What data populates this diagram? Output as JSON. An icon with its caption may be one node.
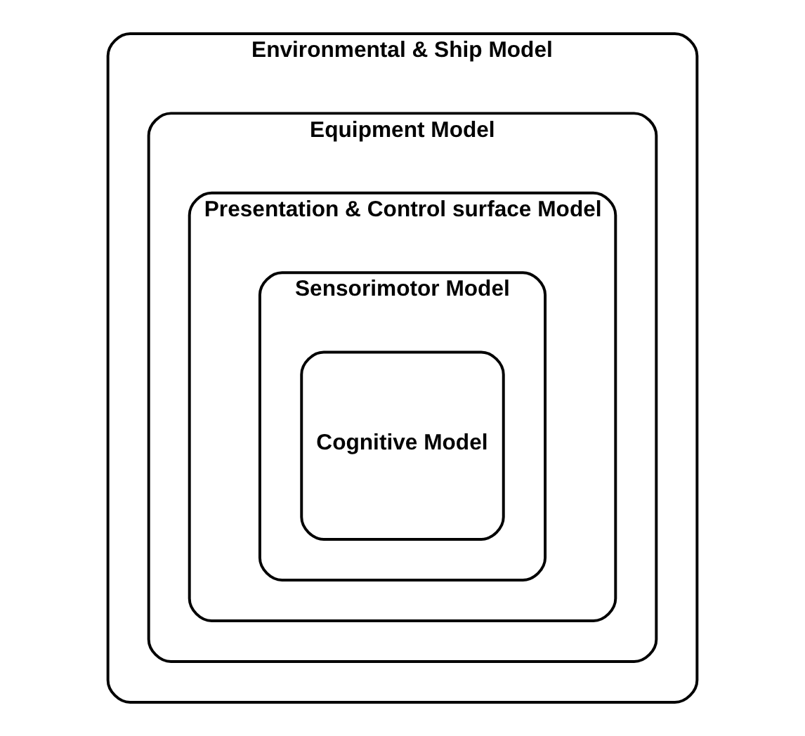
{
  "diagram": {
    "nodes": [
      {
        "text": [
          "Environmental & Ship Model"
        ]
      },
      {
        "text": [
          "Equipment Model"
        ],
        "in": 0
      },
      {
        "text": [
          "Presentation & Control surface Model"
        ],
        "in": 1
      },
      {
        "text": [
          "Sensorimotor Model"
        ],
        "in": 2
      },
      {
        "text": [
          "Cognitive Model"
        ],
        "in": 3
      }
    ],
    "edges": []
  }
}
